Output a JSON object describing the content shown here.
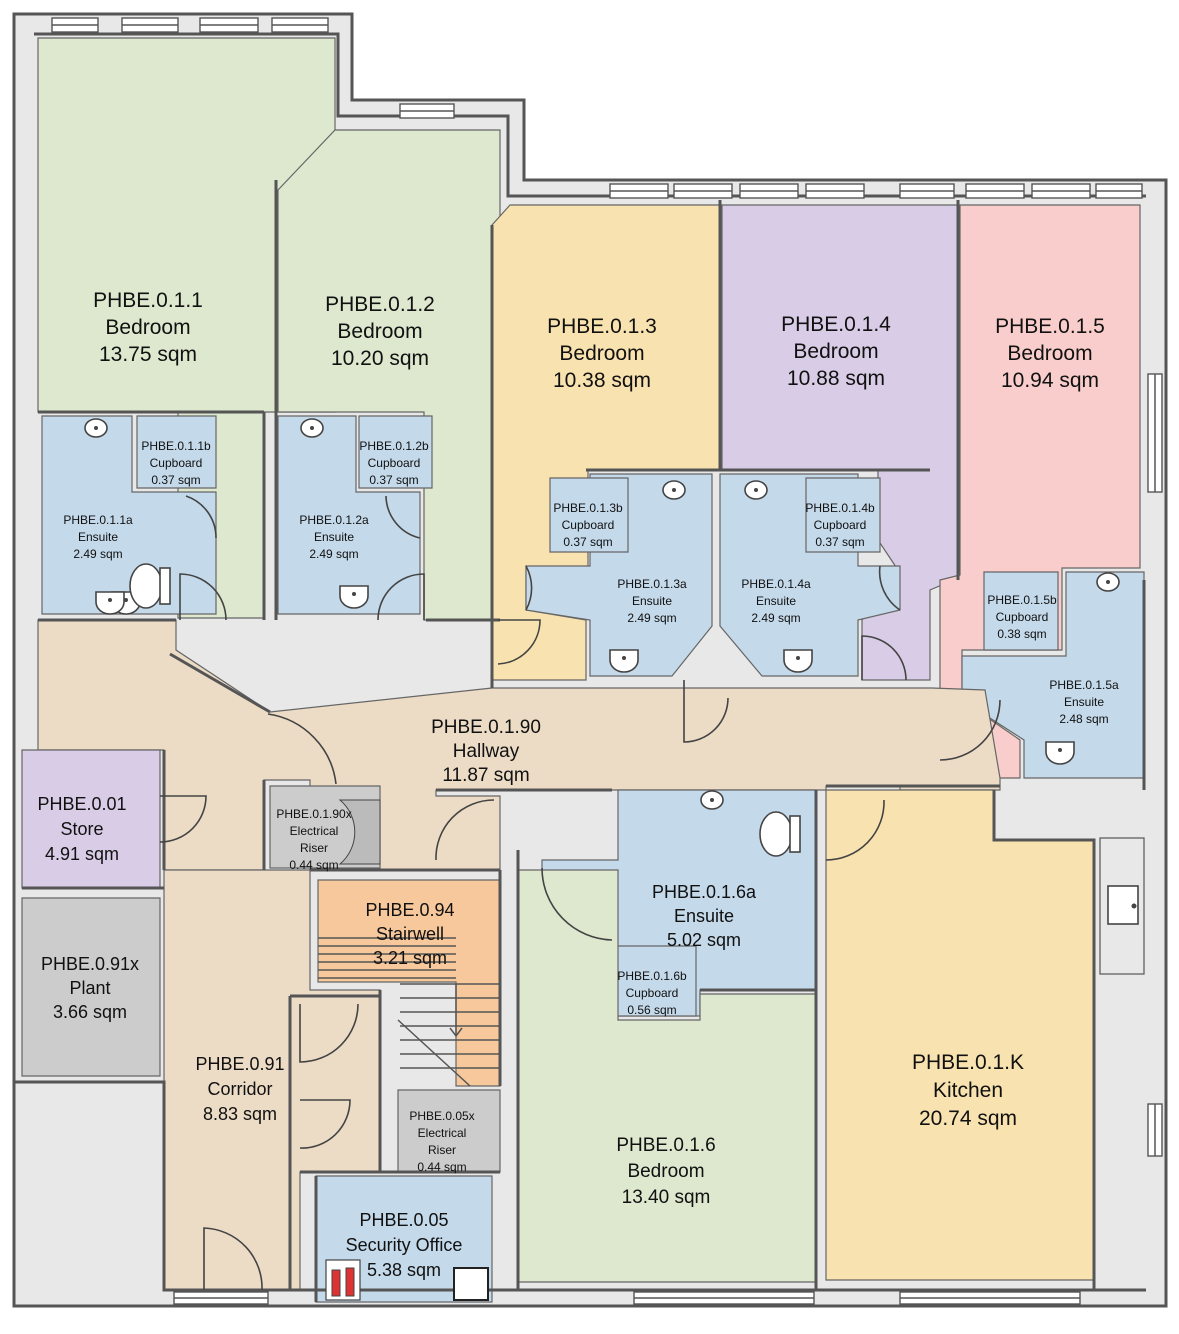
{
  "colors": {
    "green": "#dde8cf",
    "yellow": "#f8e2af",
    "purple": "#d9cce6",
    "pink": "#f8cdcb",
    "blue": "#c4d9ea",
    "beige": "#ecdcc6",
    "orange": "#f6c89c",
    "grey": "#cccccc",
    "wall": "#e8e8e8"
  },
  "rooms": [
    {
      "id": "r011",
      "name": "room-phbe-0-1-1",
      "color": "green",
      "lines": [
        "PHBE.0.1.1",
        "Bedroom",
        "13.75 sqm"
      ]
    },
    {
      "id": "r012",
      "name": "room-phbe-0-1-2",
      "color": "green",
      "lines": [
        "PHBE.0.1.2",
        "Bedroom",
        "10.20 sqm"
      ]
    },
    {
      "id": "r013",
      "name": "room-phbe-0-1-3",
      "color": "yellow",
      "lines": [
        "PHBE.0.1.3",
        "Bedroom",
        "10.38 sqm"
      ]
    },
    {
      "id": "r014",
      "name": "room-phbe-0-1-4",
      "color": "purple",
      "lines": [
        "PHBE.0.1.4",
        "Bedroom",
        "10.88 sqm"
      ]
    },
    {
      "id": "r015",
      "name": "room-phbe-0-1-5",
      "color": "pink",
      "lines": [
        "PHBE.0.1.5",
        "Bedroom",
        "10.94 sqm"
      ]
    },
    {
      "id": "r011a",
      "name": "room-phbe-0-1-1a",
      "color": "blue",
      "lines": [
        "PHBE.0.1.1a",
        "Ensuite",
        "2.49 sqm"
      ]
    },
    {
      "id": "r011b",
      "name": "room-phbe-0-1-1b",
      "color": "blue",
      "lines": [
        "PHBE.0.1.1b",
        "Cupboard",
        "0.37 sqm"
      ]
    },
    {
      "id": "r012a",
      "name": "room-phbe-0-1-2a",
      "color": "blue",
      "lines": [
        "PHBE.0.1.2a",
        "Ensuite",
        "2.49 sqm"
      ]
    },
    {
      "id": "r012b",
      "name": "room-phbe-0-1-2b",
      "color": "blue",
      "lines": [
        "PHBE.0.1.2b",
        "Cupboard",
        "0.37 sqm"
      ]
    },
    {
      "id": "r013a",
      "name": "room-phbe-0-1-3a",
      "color": "blue",
      "lines": [
        "PHBE.0.1.3a",
        "Ensuite",
        "2.49 sqm"
      ]
    },
    {
      "id": "r013b",
      "name": "room-phbe-0-1-3b",
      "color": "blue",
      "lines": [
        "PHBE.0.1.3b",
        "Cupboard",
        "0.37 sqm"
      ]
    },
    {
      "id": "r014a",
      "name": "room-phbe-0-1-4a",
      "color": "blue",
      "lines": [
        "PHBE.0.1.4a",
        "Ensuite",
        "2.49 sqm"
      ]
    },
    {
      "id": "r014b",
      "name": "room-phbe-0-1-4b",
      "color": "blue",
      "lines": [
        "PHBE.0.1.4b",
        "Cupboard",
        "0.37 sqm"
      ]
    },
    {
      "id": "r015a",
      "name": "room-phbe-0-1-5a",
      "color": "blue",
      "lines": [
        "PHBE.0.1.5a",
        "Ensuite",
        "2.48 sqm"
      ]
    },
    {
      "id": "r015b",
      "name": "room-phbe-0-1-5b",
      "color": "blue",
      "lines": [
        "PHBE.0.1.5b",
        "Cupboard",
        "0.38 sqm"
      ]
    },
    {
      "id": "r0190",
      "name": "room-phbe-0-1-90",
      "color": "beige",
      "lines": [
        "PHBE.0.1.90",
        "Hallway",
        "11.87 sqm"
      ]
    },
    {
      "id": "r001",
      "name": "room-phbe-0-01",
      "color": "purple",
      "lines": [
        "PHBE.0.01",
        "Store",
        "4.91 sqm"
      ]
    },
    {
      "id": "r091x",
      "name": "room-phbe-0-91x",
      "color": "grey",
      "lines": [
        "PHBE.0.91x",
        "Plant",
        "3.66 sqm"
      ]
    },
    {
      "id": "r0190x",
      "name": "room-phbe-0-1-90x",
      "color": "grey",
      "lines": [
        "PHBE.0.1.90x",
        "Electrical",
        "Riser",
        "0.44 sqm"
      ]
    },
    {
      "id": "r094",
      "name": "room-phbe-0-94",
      "color": "orange",
      "lines": [
        "PHBE.0.94",
        "Stairwell",
        "3.21 sqm"
      ]
    },
    {
      "id": "r091",
      "name": "room-phbe-0-91",
      "color": "beige",
      "lines": [
        "PHBE.0.91",
        "Corridor",
        "8.83 sqm"
      ]
    },
    {
      "id": "r005x",
      "name": "room-phbe-0-05x",
      "color": "grey",
      "lines": [
        "PHBE.0.05x",
        "Electrical",
        "Riser",
        "0.44 sqm"
      ]
    },
    {
      "id": "r005",
      "name": "room-phbe-0-05",
      "color": "blue",
      "lines": [
        "PHBE.0.05",
        "Security Office",
        "5.38 sqm"
      ]
    },
    {
      "id": "r016a",
      "name": "room-phbe-0-1-6a",
      "color": "blue",
      "lines": [
        "PHBE.0.1.6a",
        "Ensuite",
        "5.02 sqm"
      ]
    },
    {
      "id": "r016b",
      "name": "room-phbe-0-1-6b",
      "color": "blue",
      "lines": [
        "PHBE.0.1.6b",
        "Cupboard",
        "0.56 sqm"
      ]
    },
    {
      "id": "r016",
      "name": "room-phbe-0-1-6",
      "color": "green",
      "lines": [
        "PHBE.0.1.6",
        "Bedroom",
        "13.40 sqm"
      ]
    },
    {
      "id": "r01k",
      "name": "room-phbe-0-1-k",
      "color": "yellow",
      "lines": [
        "PHBE.0.1.K",
        "Kitchen",
        "20.74 sqm"
      ]
    }
  ],
  "fixtures": [
    {
      "type": "toilet"
    },
    {
      "type": "toilet"
    },
    {
      "type": "toilet"
    },
    {
      "type": "toilet"
    },
    {
      "type": "toilet"
    },
    {
      "type": "toilet"
    },
    {
      "type": "toilet"
    },
    {
      "type": "basin"
    },
    {
      "type": "basin"
    },
    {
      "type": "basin"
    },
    {
      "type": "basin"
    },
    {
      "type": "basin"
    },
    {
      "type": "basin"
    },
    {
      "type": "basin"
    },
    {
      "type": "kitchen-sink"
    },
    {
      "type": "fire-extinguisher"
    },
    {
      "type": "safe"
    }
  ]
}
